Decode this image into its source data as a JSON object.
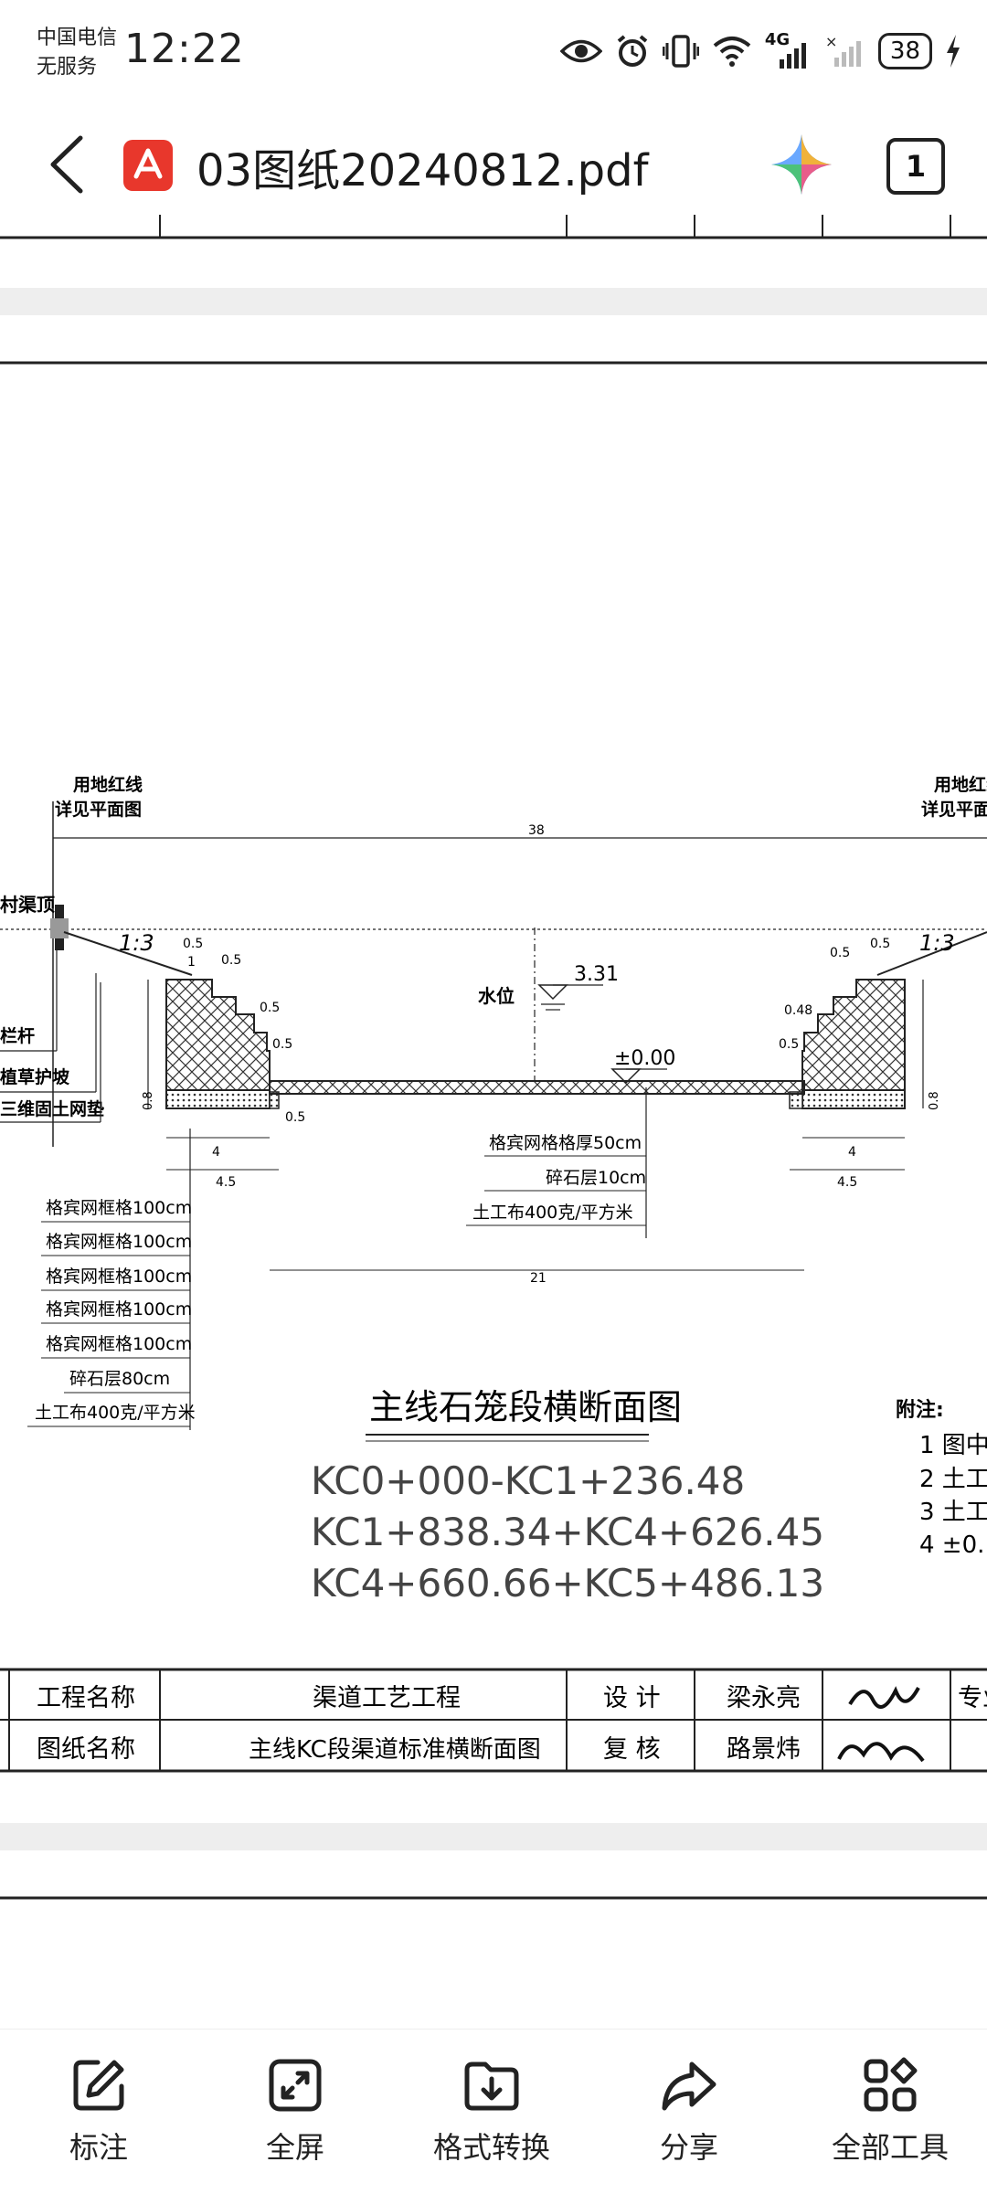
{
  "status_bar": {
    "carrier_line1": "中国电信",
    "carrier_line2": "无服务",
    "time": "12:22",
    "network": "4G",
    "battery": "38"
  },
  "header": {
    "title": "03图纸20240812.pdf",
    "page_count": "1"
  },
  "drawing": {
    "left_label_1": "用地红线",
    "left_label_2": "详见平面图",
    "right_label_1": "用地红线",
    "right_label_2": "详见平面图",
    "width_dim": "38",
    "slope_left": "1:3",
    "slope_right": "1:3",
    "dike_top": "村渠顶",
    "rail": "栏杆",
    "grass": "植草护坡",
    "geomat": "三维固土网垫",
    "water_level_label": "水位",
    "water_level_value": "3.31",
    "zero_level": "±0.00",
    "dim_05": "0.5",
    "dim_048": "0.48",
    "dim_1": "1",
    "dim_08": "0.8",
    "dim_4": "4",
    "dim_45": "4.5",
    "bottom_width": "21",
    "center_layers": [
      "格宾网格格厚50cm",
      "碎石层10cm",
      "土工布400克/平方米"
    ],
    "left_layers": [
      "格宾网框格100cm",
      "格宾网框格100cm",
      "格宾网框格100cm",
      "格宾网框格100cm",
      "格宾网框格100cm",
      "碎石层80cm",
      "土工布400克/平方米"
    ],
    "section_title": "主线石笼段横断面图",
    "chainages": [
      "KC0+000-KC1+236.48",
      "KC1+838.34+KC4+626.45",
      "KC4+660.66+KC5+486.13"
    ],
    "notes_title": "附注:",
    "notes": [
      "1  图中",
      "2  土工",
      "3  土工",
      "4  ±0."
    ]
  },
  "title_block": {
    "project_label": "工程名称",
    "project_name": "渠道工艺工程",
    "design_label": "设 计",
    "designer": "梁永亮",
    "drawing_label": "图纸名称",
    "drawing_name": "主线KC段渠道标准横断面图",
    "check_label": "复 核",
    "checker": "路景炜",
    "extra": "专业"
  },
  "toolbar": [
    {
      "icon": "annotate-icon",
      "label": "标注"
    },
    {
      "icon": "fullscreen-icon",
      "label": "全屏"
    },
    {
      "icon": "convert-icon",
      "label": "格式转换"
    },
    {
      "icon": "share-icon",
      "label": "分享"
    },
    {
      "icon": "all-tools-icon",
      "label": "全部工具"
    }
  ]
}
